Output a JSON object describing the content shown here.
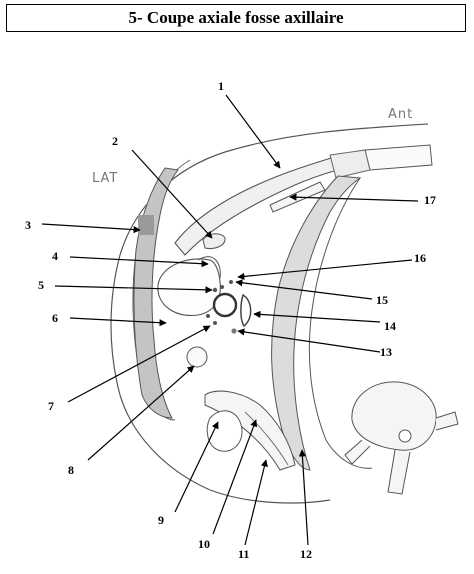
{
  "title": "5- Coupe axiale fosse axillaire",
  "orientation_labels": {
    "lat": "LAT",
    "ant": "Ant"
  },
  "callouts": [
    "1",
    "2",
    "3",
    "4",
    "5",
    "6",
    "7",
    "8",
    "9",
    "10",
    "11",
    "12",
    "13",
    "14",
    "15",
    "16",
    "17"
  ],
  "colors": {
    "ink": "#000000",
    "sketch": "#555555",
    "shade": "#bdbdbd",
    "muscle_shade": "#9a9a9a"
  }
}
